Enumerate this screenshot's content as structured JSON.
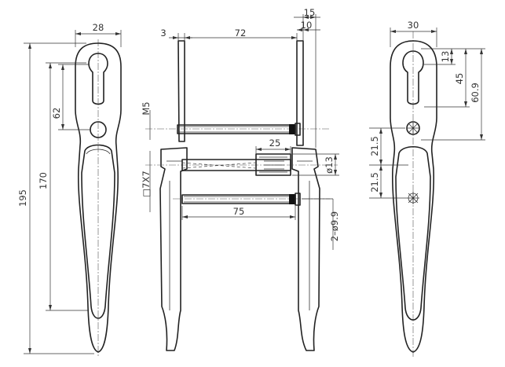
{
  "dimensions": {
    "front": {
      "width_top": "28",
      "height_total": "195",
      "height_170": "170",
      "height_62": "62"
    },
    "side": {
      "thickness_3": "3",
      "width_72": "72",
      "dim_15": "15",
      "dim_10": "10",
      "screw_thread": "M5",
      "spindle": "□7X7",
      "insert_len": "25",
      "insert_dia": "ø13",
      "bolt_len": "75",
      "hole_dia": "2–ø9.9"
    },
    "back": {
      "width_30": "30",
      "dim_13": "13",
      "dim_45": "45",
      "dim_60_9": "60.9",
      "dim_21_5_upper": "21.5",
      "dim_21_5_lower": "21.5"
    }
  }
}
